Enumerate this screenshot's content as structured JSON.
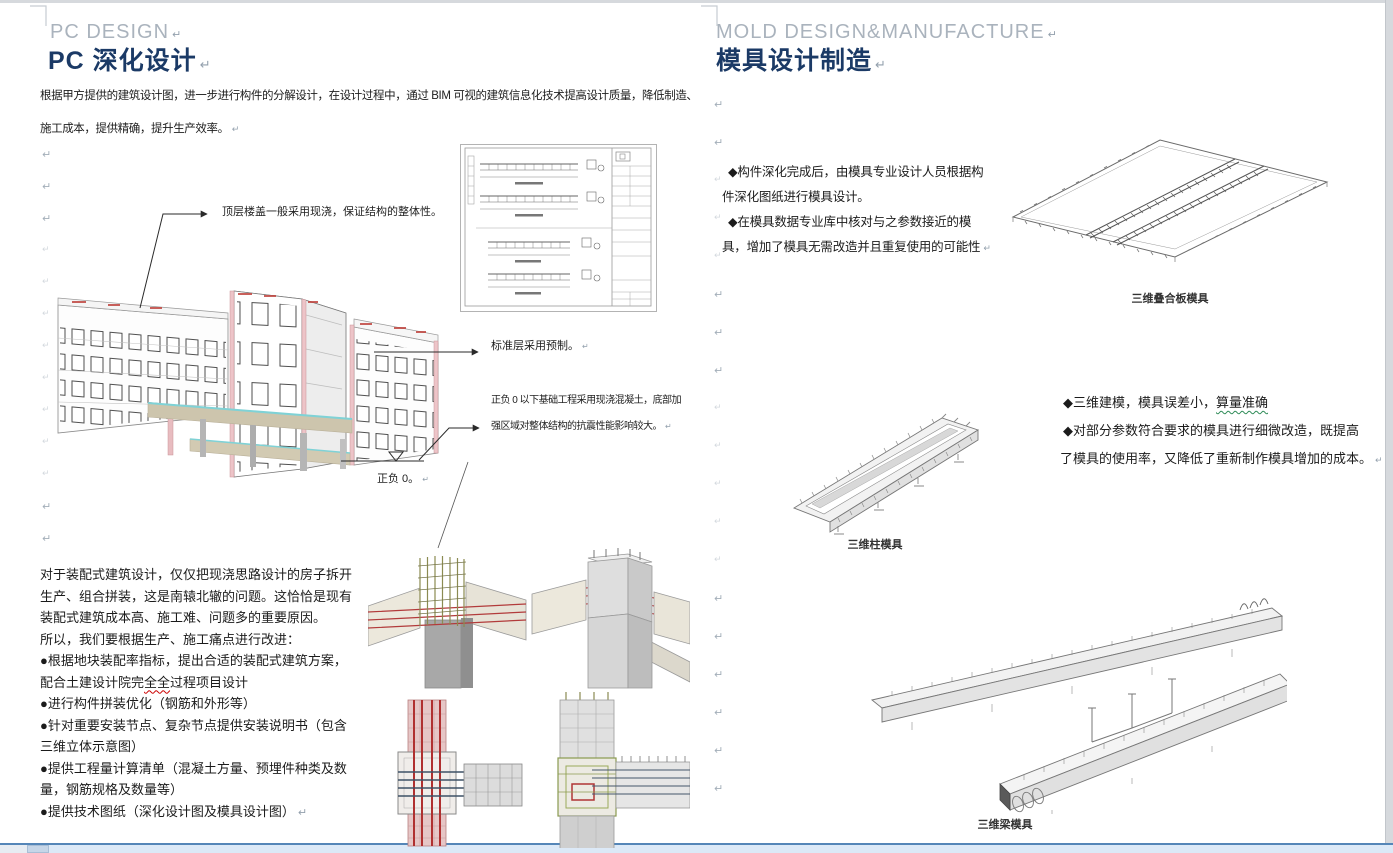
{
  "glyphs": {
    "return_mark": "↵"
  },
  "left_page": {
    "kicker": "PC DESIGN",
    "title": "PC 深化设计",
    "intro": [
      "根据甲方提供的建筑设计图，进一步进行构件的分解设计，在设计过程中，通过 BIM 可视的建筑信息化技术提高设计质量，降低制造、",
      "施工成本，提供精确，提升生产效率。"
    ],
    "annotations": {
      "roof": "顶层楼盖一般采用现浇，保证结构的整体性。",
      "standard_floor": "标准层采用预制。",
      "foundation": [
        "正负 0 以下基础工程采用现浇混凝土，底部加",
        "强区域对整体结构的抗震性能影响较大。"
      ],
      "zero_level": "正负 0。"
    },
    "body": [
      "对于装配式建筑设计，仅仅把现浇思路设计的房子拆开",
      "生产、组合拼装，这是南辕北辙的问题。这恰恰是现有",
      "装配式建筑成本高、施工难、问题多的重要原因。",
      "所以，我们要根据生产、施工痛点进行改进：",
      "●根据地块装配率指标，提出合适的装配式建筑方案，",
      {
        "pre": "配合土建设计院完",
        "wavy": "全全",
        "post": "过程项目设计"
      },
      "●进行构件拼装优化（钢筋和外形等）",
      "●针对重要安装节点、复杂节点提供安装说明书（包含",
      "三维立体示意图）",
      "●提供工程量计算清单（混凝土方量、预埋件种类及数",
      "量，钢筋规格及数量等）",
      "●提供技术图纸（深化设计图及模具设计图）"
    ]
  },
  "right_page": {
    "kicker": "MOLD DESIGN&MANUFACTURE",
    "title": "模具设计制造",
    "bullets_top": [
      "◆构件深化完成后，由模具专业设计人员根据构",
      "件深化图纸进行模具设计。",
      "◆在模具数据专业库中核对与之参数接近的模",
      "具，增加了模具无需改造并且重复使用的可能性"
    ],
    "bullets_mid": [
      {
        "pre": "◆三维建模，模具误差小，",
        "wavy": "算量准确"
      },
      "◆对部分参数符合要求的模具进行细微改造，既提高",
      "了模具的使用率，又降低了重新制作模具增加的成本。"
    ],
    "captions": {
      "slab_mold": "三维叠合板模具",
      "column_mold": "三维柱模具",
      "beam_mold": "三维梁模具"
    }
  },
  "colors": {
    "title_navy": "#1b3a66",
    "kicker_gray": "#aab3bd",
    "annotation_red": "#c0453f",
    "scrollbar_blue": "#5586b8",
    "pink_column": "#edc4c8",
    "tan_band": "#cdc5ad",
    "cyan_edge": "#7fd2d6"
  }
}
